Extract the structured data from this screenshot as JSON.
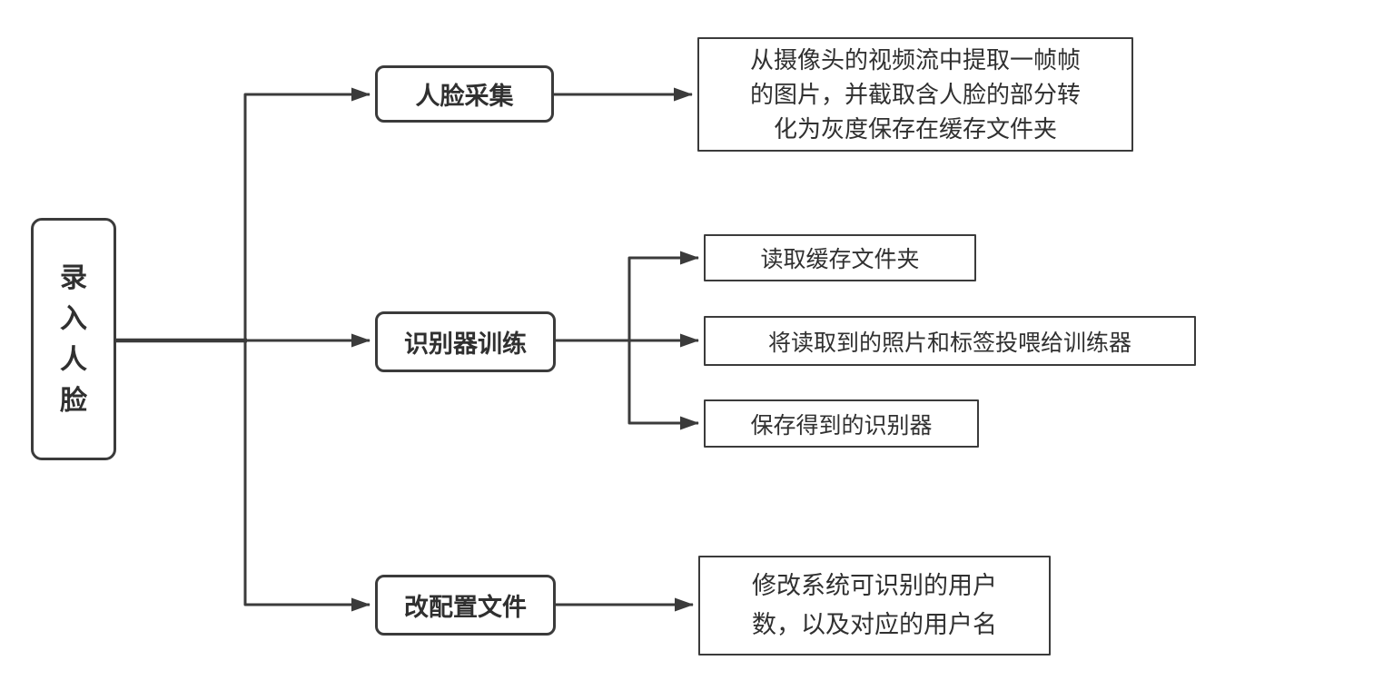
{
  "colors": {
    "background": "#ffffff",
    "line": "#3b3b3b",
    "border": "#3b3b3b",
    "text": "#303030"
  },
  "diagram": {
    "root": {
      "label": "录\n入\n人\n脸"
    },
    "branches": [
      {
        "label": "人脸采集",
        "children": [
          {
            "text": "从摄像头的视频流中提取一帧帧\n的图片，并截取含人脸的部分转\n化为灰度保存在缓存文件夹"
          }
        ]
      },
      {
        "label": "识别器训练",
        "children": [
          {
            "text": "读取缓存文件夹"
          },
          {
            "text": "将读取到的照片和标签投喂给训练器"
          },
          {
            "text": "保存得到的识别器"
          }
        ]
      },
      {
        "label": "改配置文件",
        "children": [
          {
            "text": "修改系统可识别的用户\n数，以及对应的用户名"
          }
        ]
      }
    ]
  }
}
